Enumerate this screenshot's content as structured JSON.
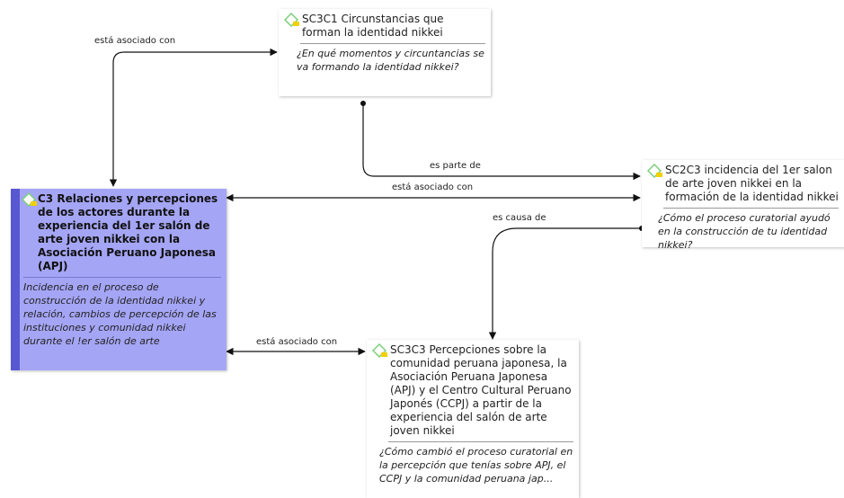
{
  "nodes": {
    "sc3c1": {
      "title": "SC3C1 Circunstancias que forman la identidad nikkei",
      "comment": "¿En qué momentos y circuntancias se va formando la identidad nikkei?"
    },
    "sc2c3": {
      "title": "SC2C3  incidencia del 1er salon de arte joven nikkei en la  formación de la identidad nikkei",
      "comment": "¿Cómo el proceso curatorial ayudó en la construcción de tu identidad nikkei?"
    },
    "c3": {
      "title": "C3 Relaciones y percepciones de los actores durante la experiencia del 1er salón de arte joven nikkei con la Asociación Peruano Japonesa (APJ)",
      "comment": "Incidencia en el proceso de construcción de la identidad nikkei y relación, cambios de percepción de las instituciones y comunidad nikkei durante el !er salón de arte"
    },
    "sc3c3": {
      "title": "SC3C3 Percepciones sobre la comunidad peruana japonesa, la Asociación Peruana Japonesa (APJ) y el Centro Cultural Peruano Japonés (CCPJ) a partir de la experiencia del salón de arte joven nikkei",
      "comment": "¿Cómo cambió el proceso curatorial en la percepción que tenías sobre APJ, el CCPJ y la comunidad peruana jap..."
    }
  },
  "links": {
    "c3_sc3c1": "está asociado con",
    "sc3c1_sc2c3": "es parte de",
    "c3_sc2c3": "está asociado con",
    "sc2c3_sc3c3": "es causa de",
    "c3_sc3c3": "está asociado con"
  },
  "colors": {
    "main_fill": "#a5a5f6",
    "main_bar": "#5858d2",
    "icon_green": "#7ccf7c",
    "icon_yellow": "#f0d000",
    "line": "#111111"
  },
  "icons": {
    "code_icon": "code-diamond-icon"
  }
}
